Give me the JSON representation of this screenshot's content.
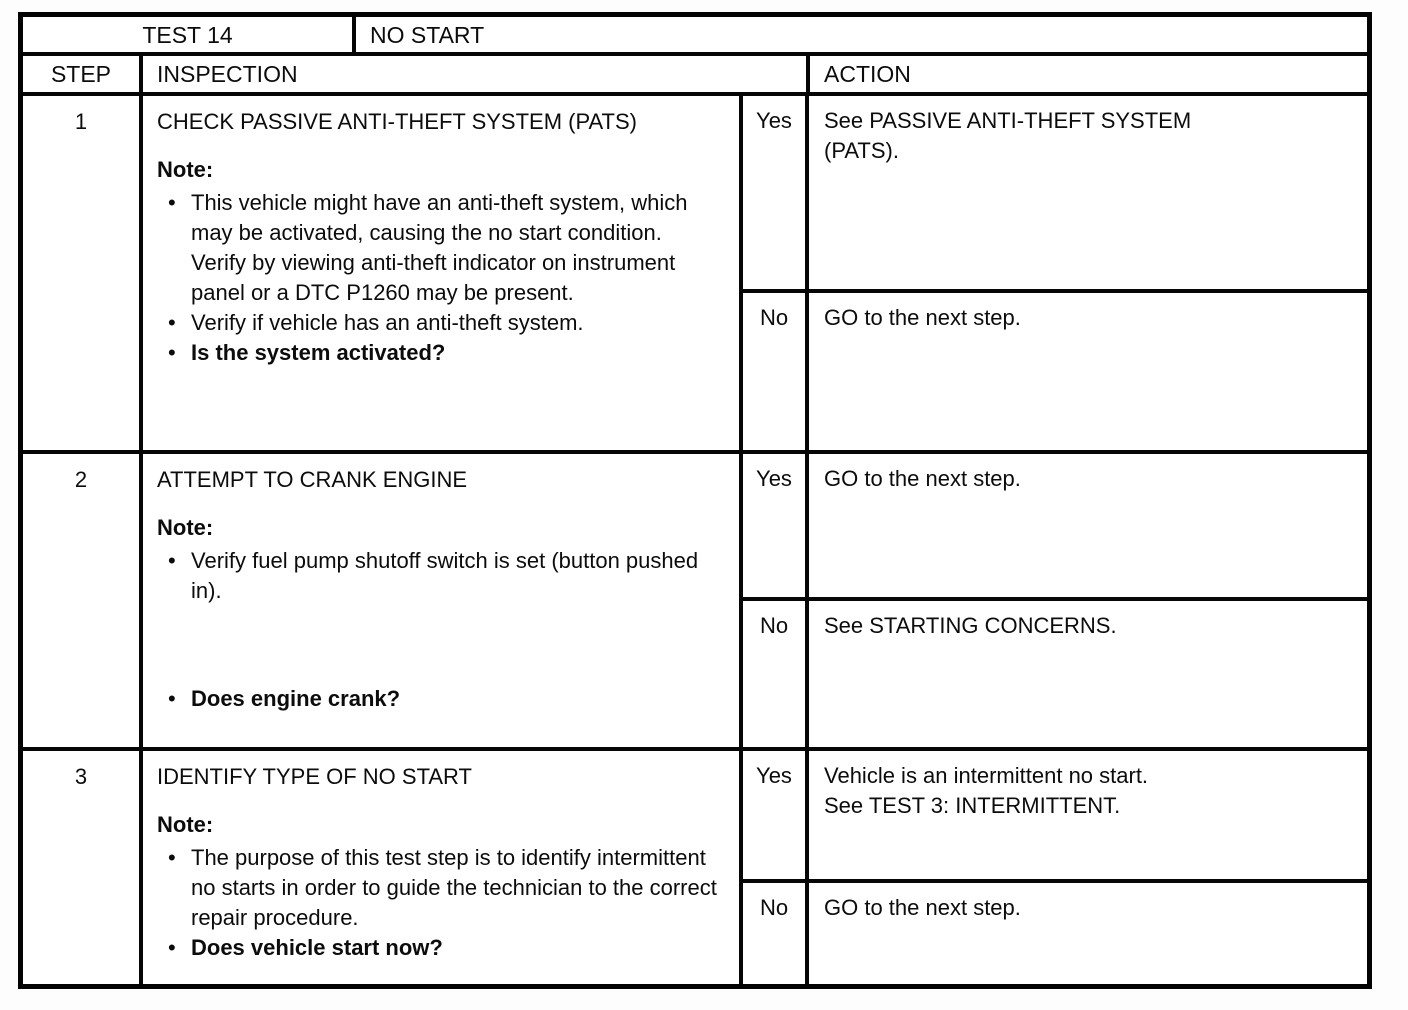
{
  "colors": {
    "ink": "#0c0c0c",
    "border": "#060606",
    "paper": "#ffffff"
  },
  "table": {
    "bullet_char": "•",
    "title_row": {
      "test_label": "TEST 14",
      "test_name": "NO START"
    },
    "header_row": {
      "step": "STEP",
      "inspection": "INSPECTION",
      "action": "ACTION"
    },
    "steps": [
      {
        "number": "1",
        "title": "CHECK PASSIVE ANTI-THEFT SYSTEM (PATS)",
        "note_label": "Note:",
        "bullets": [
          "This vehicle might have an anti-theft system, which may be activated, causing the no start condition. Verify by viewing anti-theft indicator on instrument panel or a DTC P1260 may be present.",
          "Verify if vehicle has an anti-theft system.",
          "Is the system activated?"
        ],
        "results": [
          {
            "answer": "Yes",
            "line1": "See PASSIVE ANTI-THEFT SYSTEM",
            "line2": "(PATS)."
          },
          {
            "answer": "No",
            "line1": "GO to the next step.",
            "line2": ""
          }
        ]
      },
      {
        "number": "2",
        "title": "ATTEMPT TO CRANK ENGINE",
        "note_label": "Note:",
        "bullets": [
          "Verify fuel pump shutoff switch is set (button pushed in).",
          "Does engine crank?"
        ],
        "results": [
          {
            "answer": "Yes",
            "line1": "GO to the next step.",
            "line2": ""
          },
          {
            "answer": "No",
            "line1": "See STARTING CONCERNS.",
            "line2": ""
          }
        ]
      },
      {
        "number": "3",
        "title": "IDENTIFY TYPE OF NO START",
        "note_label": "Note:",
        "bullets": [
          "The purpose of this test step is to identify intermittent no starts in order to guide the technician to the correct repair procedure.",
          "Does vehicle start now?"
        ],
        "results": [
          {
            "answer": "Yes",
            "line1": "Vehicle is an intermittent no start.",
            "line2": "See TEST 3: INTERMITTENT."
          },
          {
            "answer": "No",
            "line1": "GO to the next step.",
            "line2": ""
          }
        ]
      }
    ]
  }
}
